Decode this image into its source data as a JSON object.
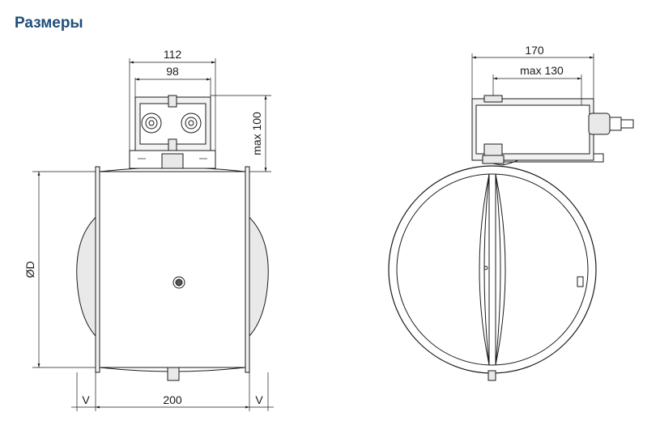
{
  "title": "Размеры",
  "front_view": {
    "dim_outer_width": "112",
    "dim_inner_width": "98",
    "dim_max_height": "max 100",
    "dim_diameter": "ØD",
    "dim_length": "200",
    "dim_v_left": "V",
    "dim_v_right": "V"
  },
  "side_view": {
    "dim_outer_width": "170",
    "dim_inner_width": "max 130"
  }
}
